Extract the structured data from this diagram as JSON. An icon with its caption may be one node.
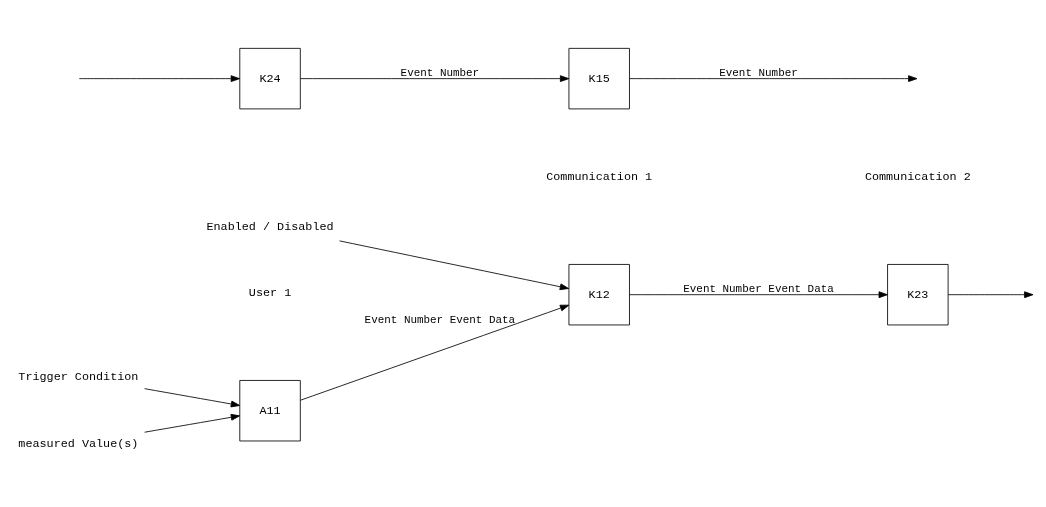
{
  "diagram": {
    "nodes": [
      {
        "text": [
          "Trigger Condition"
        ]
      },
      {
        "text": [
          "Enabled / Disabled"
        ]
      },
      {
        "text": [
          "measured Value(s)"
        ]
      },
      {
        "text": [
          "A11"
        ]
      },
      {
        "text": [
          "K12"
        ]
      },
      {
        "text": [
          "K23"
        ]
      },
      {
        "text": [
          "K15"
        ]
      },
      {
        "text": [
          "K24"
        ]
      }
    ],
    "edges": [
      {
        "from": 0,
        "to": 3,
        "arrow": "to"
      },
      {
        "from": 1,
        "to": 4,
        "arrow": "to"
      },
      {
        "from": 2,
        "to": 3,
        "arrow": "to"
      },
      {
        "from": 3,
        "to": 4,
        "arrow": "to",
        "label": "Event Number Event Data"
      },
      {
        "from": 4,
        "to": 5,
        "arrow": "to",
        "label": "Event Number Event Data"
      },
      {
        "from": 5,
        "to": null,
        "arrow": "to"
      },
      {
        "from": null,
        "to": 7,
        "arrow": "to"
      },
      {
        "from": 7,
        "to": 6,
        "arrow": "to",
        "label": "Event Number"
      },
      {
        "from": 6,
        "to": null,
        "arrow": "to",
        "label": "Event Number"
      }
    ],
    "labels": [
      "User 1",
      "Communication 1",
      "Communication 2"
    ]
  }
}
